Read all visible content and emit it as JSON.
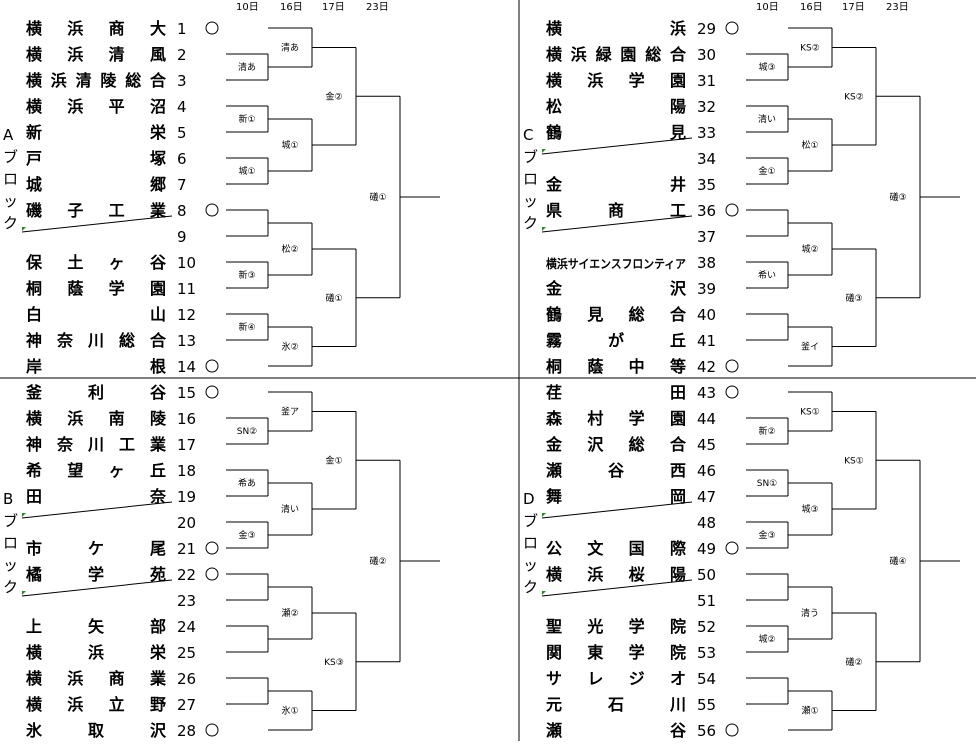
{
  "round_headers": [
    "10日",
    "16日",
    "17日",
    "23日"
  ],
  "blocks": [
    {
      "label": "Aブロック",
      "teams": [
        {
          "num": "1",
          "name": "横浜商大"
        },
        {
          "num": "2",
          "name": "横浜清風"
        },
        {
          "num": "3",
          "name": "横浜清陵総合"
        },
        {
          "num": "4",
          "name": "横浜平沼"
        },
        {
          "num": "5",
          "name": "新栄"
        },
        {
          "num": "6",
          "name": "戸塚"
        },
        {
          "num": "7",
          "name": "城郷"
        },
        {
          "num": "8",
          "name": "磯子工業"
        },
        {
          "num": "9",
          "name": ""
        },
        {
          "num": "10",
          "name": "保土ヶ谷"
        },
        {
          "num": "11",
          "name": "桐蔭学園"
        },
        {
          "num": "12",
          "name": "白山"
        },
        {
          "num": "13",
          "name": "神奈川総合"
        },
        {
          "num": "14",
          "name": "岸根"
        }
      ],
      "matches": {
        "r1": [
          "清あ",
          "新①",
          "城①",
          "新③",
          "新④"
        ],
        "r2": [
          "清あ",
          "城①",
          "松②",
          "氷②"
        ],
        "r3": [
          "金②",
          "礒①"
        ],
        "r4": [
          "礒①"
        ]
      }
    },
    {
      "label": "Bブロック",
      "teams": [
        {
          "num": "15",
          "name": "釜利谷"
        },
        {
          "num": "16",
          "name": "横浜南陵"
        },
        {
          "num": "17",
          "name": "神奈川工業"
        },
        {
          "num": "18",
          "name": "希望ヶ丘"
        },
        {
          "num": "19",
          "name": "田奈"
        },
        {
          "num": "20",
          "name": ""
        },
        {
          "num": "21",
          "name": "市ケ尾"
        },
        {
          "num": "22",
          "name": "橘学苑"
        },
        {
          "num": "23",
          "name": ""
        },
        {
          "num": "24",
          "name": "上矢部"
        },
        {
          "num": "25",
          "name": "横浜栄"
        },
        {
          "num": "26",
          "name": "横浜商業"
        },
        {
          "num": "27",
          "name": "横浜立野"
        },
        {
          "num": "28",
          "name": "氷取沢"
        }
      ],
      "matches": {
        "r1": [
          "SN②",
          "希あ",
          "金③"
        ],
        "r2": [
          "釜ア",
          "清い",
          "瀬②",
          "氷①"
        ],
        "r3": [
          "金①",
          "KS③"
        ],
        "r4": [
          "礒②"
        ]
      }
    },
    {
      "label": "Cブロック",
      "teams": [
        {
          "num": "29",
          "name": "横浜"
        },
        {
          "num": "30",
          "name": "横浜緑園総合"
        },
        {
          "num": "31",
          "name": "横浜学園"
        },
        {
          "num": "32",
          "name": "松陽"
        },
        {
          "num": "33",
          "name": "鶴見"
        },
        {
          "num": "34",
          "name": ""
        },
        {
          "num": "35",
          "name": "金井"
        },
        {
          "num": "36",
          "name": "県商工"
        },
        {
          "num": "37",
          "name": ""
        },
        {
          "num": "38",
          "name": "横浜サイエンスフロンティア"
        },
        {
          "num": "39",
          "name": "金沢"
        },
        {
          "num": "40",
          "name": "鶴見総合"
        },
        {
          "num": "41",
          "name": "霧が丘"
        },
        {
          "num": "42",
          "name": "桐蔭中等"
        }
      ],
      "matches": {
        "r1": [
          "城③",
          "清い",
          "金①",
          "希い"
        ],
        "r2": [
          "KS②",
          "松①",
          "城②",
          "釜イ"
        ],
        "r3": [
          "KS②",
          "礒③"
        ],
        "r4": [
          "礒③"
        ]
      }
    },
    {
      "label": "Dブロック",
      "teams": [
        {
          "num": "43",
          "name": "荏田"
        },
        {
          "num": "44",
          "name": "森村学園"
        },
        {
          "num": "45",
          "name": "金沢総合"
        },
        {
          "num": "46",
          "name": "瀬谷西"
        },
        {
          "num": "47",
          "name": "舞岡"
        },
        {
          "num": "48",
          "name": ""
        },
        {
          "num": "49",
          "name": "公文国際"
        },
        {
          "num": "50",
          "name": "横浜桜陽"
        },
        {
          "num": "51",
          "name": ""
        },
        {
          "num": "52",
          "name": "聖光学院"
        },
        {
          "num": "53",
          "name": "関東学院"
        },
        {
          "num": "54",
          "name": "サレジオ"
        },
        {
          "num": "55",
          "name": "元石川"
        },
        {
          "num": "56",
          "name": "瀬谷"
        }
      ],
      "matches": {
        "r1": [
          "新②",
          "SN①",
          "金③",
          "城②"
        ],
        "r2": [
          "KS①",
          "城③",
          "清う",
          "瀬①"
        ],
        "r3": [
          "KS①",
          "礒②"
        ],
        "r4": [
          "礒④"
        ]
      }
    }
  ]
}
